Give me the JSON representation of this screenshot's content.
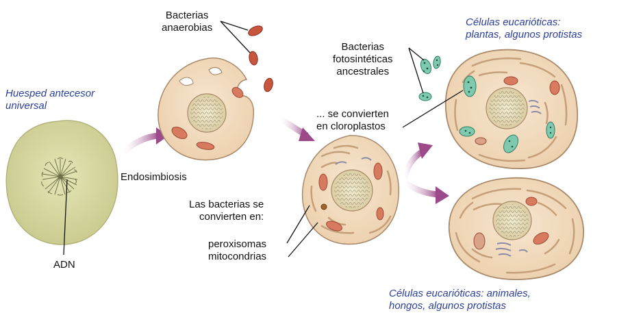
{
  "labels": {
    "host_line1": "Huesped antecesor",
    "host_line2": "universal",
    "dna": "ADN",
    "endosymbiosis": "Endosimbiosis",
    "anaerobic_line1": "Bacterias",
    "anaerobic_line2": "anaerobias",
    "photo_line1": "Bacterias",
    "photo_line2": "fotosintéticas",
    "photo_line3": "ancestrales",
    "chloro_line1": "... se convierten",
    "chloro_line2": "en cloroplastos",
    "become_line1": "Las bacterias se",
    "become_line2": "convierten en:",
    "peroxisomes": "peroxisomas",
    "mitochondria": "mitocondrias",
    "plants_line1": "Células eucarióticas:",
    "plants_line2": "plantas, algunos protistas",
    "animals_line1": "Células eucarióticas: animales,",
    "animals_line2": "hongos, algunos protistas"
  },
  "colors": {
    "cytoplasm": "#f2dcc0",
    "membrane": "#a8896a",
    "host_cell": "#d4d59d",
    "mitochondria": "#d77a60",
    "chloroplast": "#5fb8a0",
    "arrow": "#a4508f",
    "caption_blue": "#2b3f9a"
  }
}
